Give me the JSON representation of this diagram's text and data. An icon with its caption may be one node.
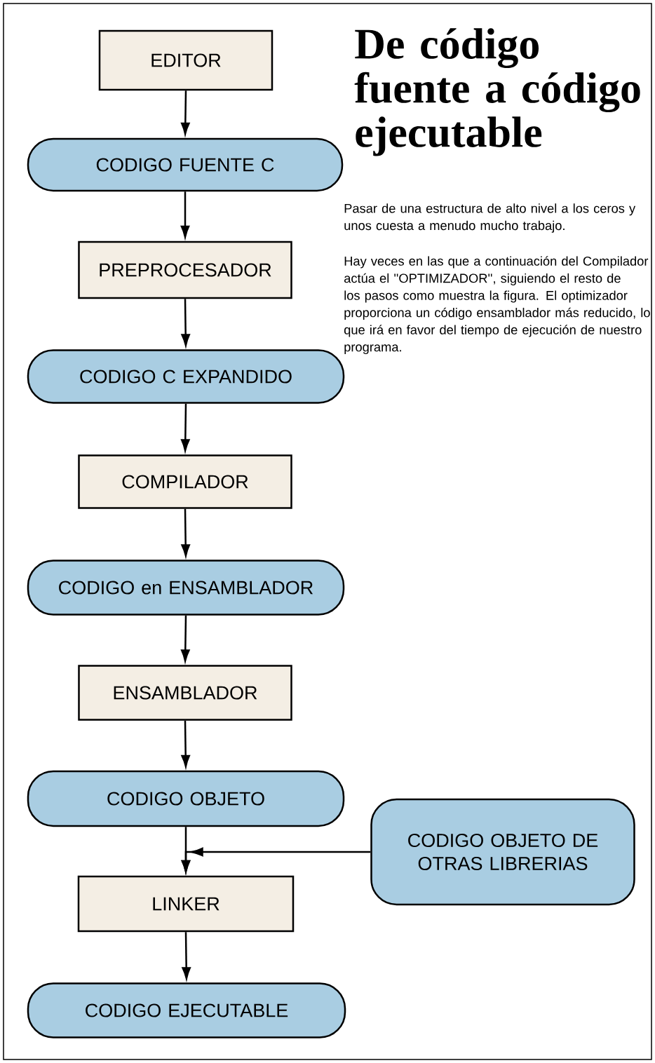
{
  "diagram": {
    "title": "De código fuente a código ejecutable",
    "nodes": [
      {
        "text": [
          "EDITOR"
        ]
      },
      {
        "text": [
          "CODIGO FUENTE C"
        ]
      },
      {
        "text": [
          "PREPROCESADOR"
        ]
      },
      {
        "text": [
          "CODIGO C EXPANDIDO"
        ]
      },
      {
        "text": [
          "COMPILADOR"
        ]
      },
      {
        "text": [
          "CODIGO en ENSAMBLADOR"
        ]
      },
      {
        "text": [
          "ENSAMBLADOR"
        ]
      },
      {
        "text": [
          "CODIGO OBJETO"
        ]
      },
      {
        "text": [
          "CODIGO OBJETO DE OTRAS LIBRERIAS"
        ]
      },
      {
        "text": [
          "LINKER"
        ]
      },
      {
        "text": [
          "CODIGO EJECUTABLE"
        ]
      }
    ],
    "edges": [
      {
        "from": 0,
        "to": 1,
        "arrow": "to"
      },
      {
        "from": 1,
        "to": 2,
        "arrow": "to"
      },
      {
        "from": 2,
        "to": 3,
        "arrow": "to"
      },
      {
        "from": 3,
        "to": 4,
        "arrow": "to"
      },
      {
        "from": 4,
        "to": 5,
        "arrow": "to"
      },
      {
        "from": 5,
        "to": 6,
        "arrow": "to"
      },
      {
        "from": 6,
        "to": 7,
        "arrow": "to"
      },
      {
        "from": 7,
        "to": 9,
        "arrow": "to"
      },
      {
        "from": 8,
        "to": 9,
        "arrow": "to"
      },
      {
        "from": 9,
        "to": 10,
        "arrow": "to"
      }
    ],
    "labels": [
      "Pasar de una estructura de alto nivel a los ceros y unos cuesta a menudo mucho trabajo.",
      "Hay veces en las que a continuación del Compilador actúa el ''OPTIMIZADOR'', siguiendo el resto de los pasos como muestra la figura. El optimizador proporciona un código ensamblador más reducido, lo que irá en favor del tiempo de ejecución de nuestro programa."
    ]
  }
}
